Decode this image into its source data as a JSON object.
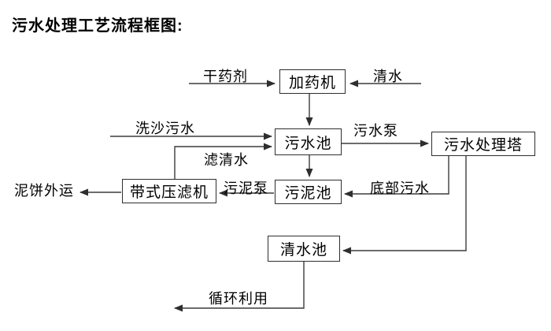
{
  "title": "污水处理工艺流程框图:",
  "diagram": {
    "boxes": {
      "dosing_machine": {
        "label": "加药机"
      },
      "sewage_pool": {
        "label": "污水池"
      },
      "treatment_tower": {
        "label": "污水处理塔"
      },
      "sludge_pool": {
        "label": "污泥池"
      },
      "belt_filter_press": {
        "label": "带式压滤机"
      },
      "clear_water_pool": {
        "label": "清水池"
      }
    },
    "flows": {
      "dry_agent": {
        "label": "干药剂"
      },
      "clear_water_in": {
        "label": "清水"
      },
      "sand_wash_sewage": {
        "label": "洗沙污水"
      },
      "filtered_water": {
        "label": "滤清水"
      },
      "sewage_pump": {
        "label": "污水泵"
      },
      "bottom_sewage": {
        "label": "底部污水"
      },
      "sludge_pump": {
        "label": "污泥泵"
      },
      "mud_cake_out": {
        "label": "泥饼外运"
      },
      "recycle_use": {
        "label": "循环利用"
      }
    },
    "colors": {
      "line": "#3c3c3c",
      "text": "#000000",
      "background": "#ffffff"
    }
  }
}
